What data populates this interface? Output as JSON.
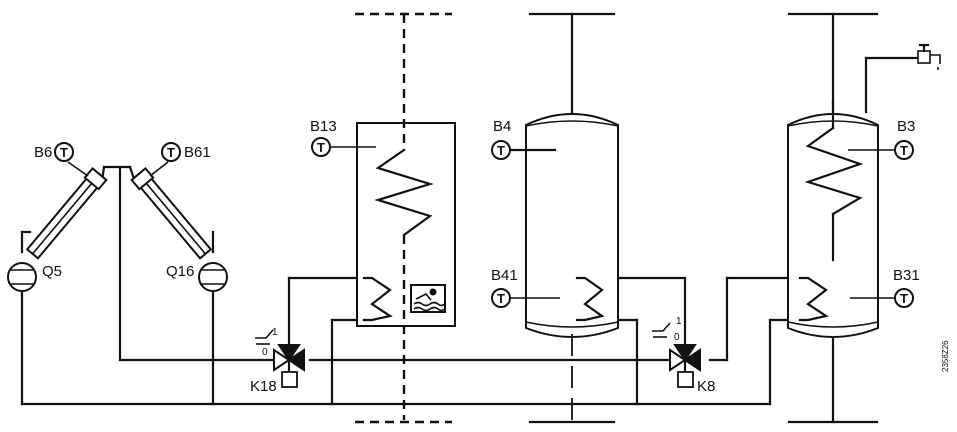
{
  "labels": {
    "B6": "B6",
    "B61": "B61",
    "Q5": "Q5",
    "Q16": "Q16",
    "B13": "B13",
    "B4": "B4",
    "B41": "B41",
    "B3": "B3",
    "B31": "B31",
    "K18": "K18",
    "K8": "K8"
  },
  "sensor_letter": "T",
  "valve_marks": {
    "one": "1",
    "zero": "0"
  },
  "drawing_code": "2358Z26"
}
